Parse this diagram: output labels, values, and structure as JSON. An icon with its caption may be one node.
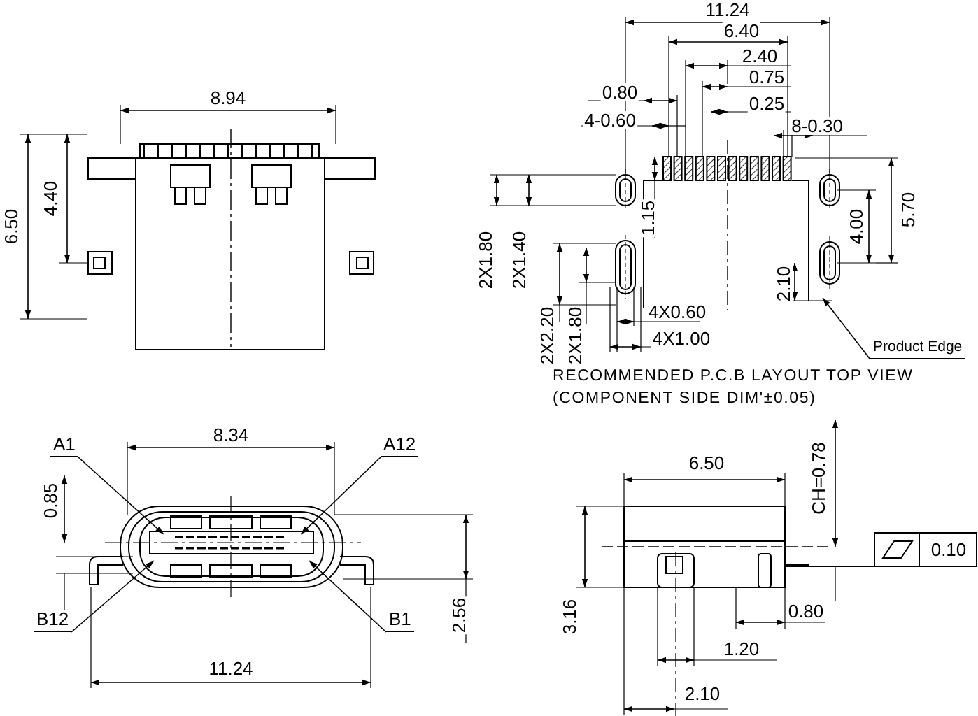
{
  "diagram": {
    "nodes": [
      {
        "text": [
          "A1"
        ]
      },
      {
        "text": [
          "A12"
        ]
      },
      {
        "text": [
          "B12"
        ]
      },
      {
        "text": [
          "B1"
        ]
      },
      {
        "text": [
          "Product Edge"
        ]
      }
    ],
    "edges": [
      {
        "from": 0,
        "to": null,
        "arrow": "to"
      },
      {
        "from": 1,
        "to": null,
        "arrow": "to"
      },
      {
        "from": 2,
        "to": null,
        "arrow": "to"
      },
      {
        "from": 3,
        "to": null,
        "arrow": "to"
      },
      {
        "from": 4,
        "to": null,
        "arrow": "to"
      }
    ],
    "labels": [
      "8.94",
      "6.50",
      "4.40",
      "11.24",
      "6.40",
      "2.40",
      "0.80",
      "0.75",
      "0.25",
      "4-0.60",
      "8-0.30",
      "2X1.80",
      "2X1.40",
      "1.15",
      "4.00",
      "5.70",
      "2.10",
      "2X2.20",
      "2X1.80",
      "4X0.60",
      "4X1.00",
      "RECOMMENDED P.C.B LAYOUT TOP VIEW (COMPONENT SIDE DIM'±0.05)",
      "8.34",
      "0.85",
      "2.56",
      "11.24",
      "6.50",
      "CH=0.78",
      "0.10",
      "0.80",
      "3.16",
      "1.20",
      "2.10"
    ]
  }
}
